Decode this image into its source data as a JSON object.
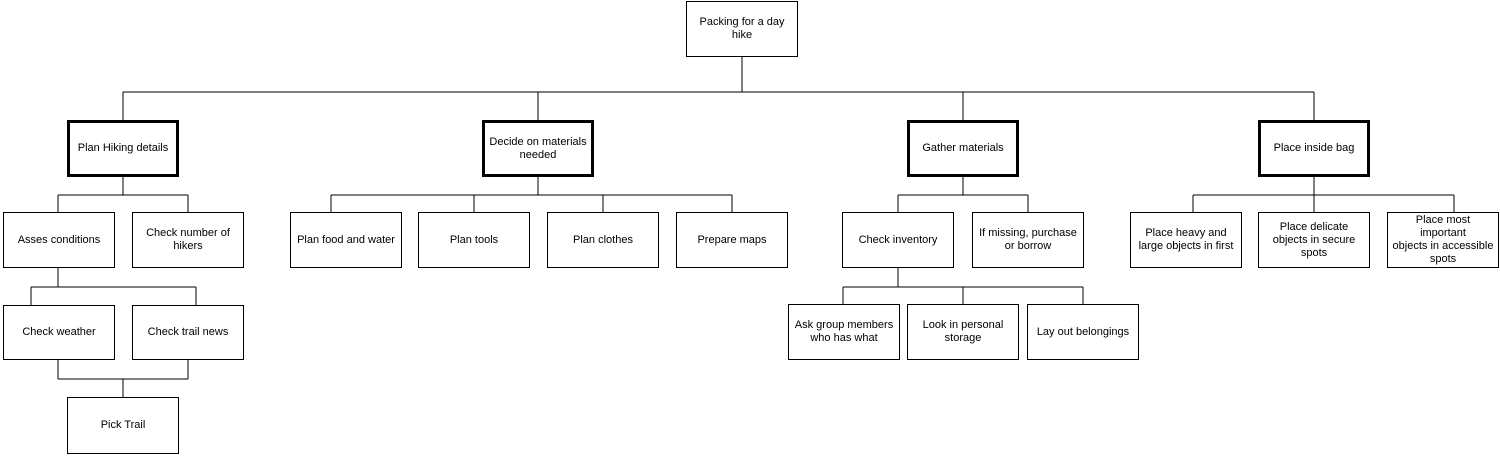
{
  "diagram": {
    "root": "Packing for a day\nhike",
    "categories": {
      "plan_hiking": "Plan Hiking details",
      "decide_materials": "Decide on materials\nneeded",
      "gather_materials": "Gather materials",
      "place_inside": "Place inside bag"
    },
    "plan_hiking": {
      "asses_conditions": "Asses conditions",
      "check_hikers": "Check number of\nhikers",
      "check_weather": "Check weather",
      "check_trail_news": "Check trail news",
      "pick_trail": "Pick Trail"
    },
    "decide_materials": {
      "food_water": "Plan food and water",
      "tools": "Plan tools",
      "clothes": "Plan clothes",
      "maps": "Prepare maps"
    },
    "gather_materials": {
      "check_inventory": "Check inventory",
      "purchase_borrow": "If missing, purchase\nor borrow",
      "ask_group": "Ask group members\nwho has what",
      "personal_storage": "Look in personal\nstorage",
      "lay_out": "Lay out belongings"
    },
    "place_inside": {
      "heavy_first": "Place heavy and\nlarge objects in first",
      "delicate_secure": "Place delicate\nobjects in secure\nspots",
      "important_accessible": "Place most important\nobjects in accessible\nspots"
    }
  }
}
